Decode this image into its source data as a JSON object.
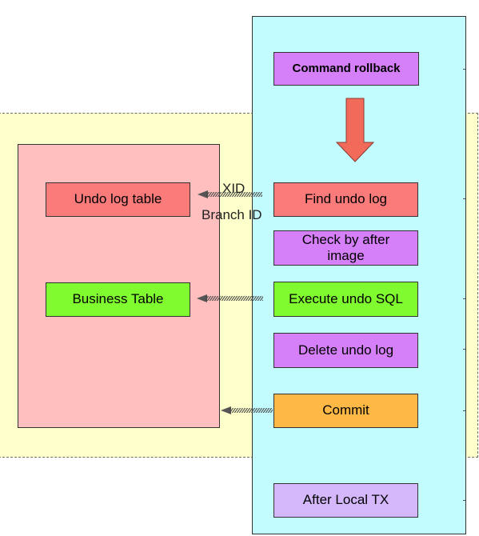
{
  "steps": {
    "command_rollback": "Command rollback",
    "find_undo_log": "Find undo log",
    "check_after_image": "Check by after image",
    "execute_undo_sql": "Execute undo SQL",
    "delete_undo_log": "Delete undo log",
    "commit": "Commit",
    "after_local_tx": "After Local TX"
  },
  "tables": {
    "undo_log_table": "Undo log table",
    "business_table": "Business Table"
  },
  "arrow_labels": {
    "xid": "XID",
    "branch_id": "Branch ID"
  },
  "colors": {
    "yellow_zone": "#ffffcc",
    "database_panel": "#ffbfbf",
    "transaction_panel": "#c3fcff",
    "purple_step": "#d57ff9",
    "light_purple_step": "#d5b8fb",
    "red_step": "#fb7a7a",
    "green_step": "#80fb2f",
    "orange_step": "#feb846",
    "down_arrow": "#f26a5a"
  }
}
